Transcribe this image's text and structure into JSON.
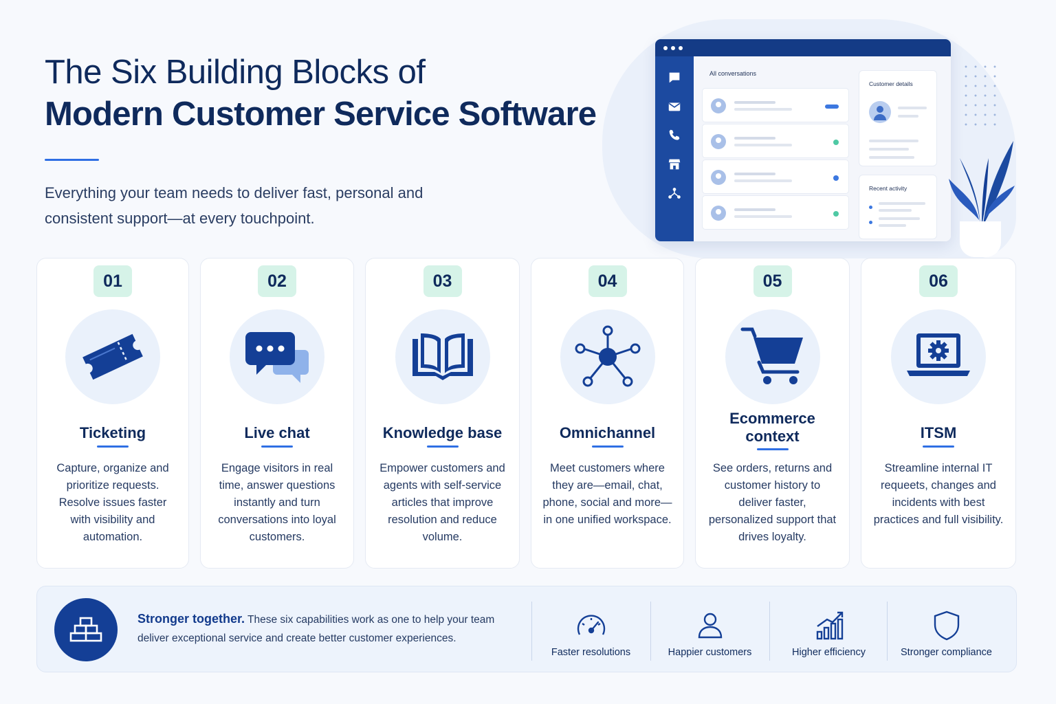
{
  "header": {
    "title_line1": "The Six Building Blocks of",
    "title_line2": "Modern Customer Service Software",
    "subtitle": "Everything your team needs to deliver fast, personal and consistent support—at every touchpoint."
  },
  "mockup": {
    "list_title": "All conversations",
    "panel_customer": "Customer details",
    "panel_activity": "Recent activity",
    "sidebar_icons": [
      "chat-icon",
      "mail-icon",
      "phone-icon",
      "store-icon",
      "network-icon"
    ]
  },
  "cards": [
    {
      "number": "01",
      "icon": "ticket-icon",
      "title": "Ticketing",
      "description": "Capture, organize and prioritize requests. Resolve issues faster with visibility and automation."
    },
    {
      "number": "02",
      "icon": "chat-bubbles-icon",
      "title": "Live chat",
      "description": "Engage visitors in real time, answer questions instantly and turn conversations into loyal customers."
    },
    {
      "number": "03",
      "icon": "open-book-icon",
      "title": "Knowledge base",
      "description": "Empower customers and agents with self-service articles that improve resolution and reduce volume."
    },
    {
      "number": "04",
      "icon": "hub-network-icon",
      "title": "Omnichannel",
      "description": "Meet customers where they are—email, chat, phone, social and more—in one unified workspace."
    },
    {
      "number": "05",
      "icon": "shopping-cart-icon",
      "title": "Ecommerce context",
      "description": "See orders, returns and customer history to deliver faster, personalized support that drives loyalty."
    },
    {
      "number": "06",
      "icon": "laptop-gear-icon",
      "title": "ITSM",
      "description": "Streamline internal IT requeets, changes and incidents with best practices and full visibility."
    }
  ],
  "footer": {
    "lead": "Stronger together.",
    "text": " These six capabilities work as one to help your team deliver exceptional service and create better customer experiences.",
    "benefits": [
      {
        "icon": "speedometer-icon",
        "label": "Faster resolutions"
      },
      {
        "icon": "person-icon",
        "label": "Happier customers"
      },
      {
        "icon": "growth-chart-icon",
        "label": "Higher efficiency"
      },
      {
        "icon": "shield-icon",
        "label": "Stronger compliance"
      }
    ]
  },
  "colors": {
    "navy": "#0f2a5c",
    "primary": "#143f96",
    "accent": "#2f6fe4",
    "badge": "#d6f3e8"
  }
}
